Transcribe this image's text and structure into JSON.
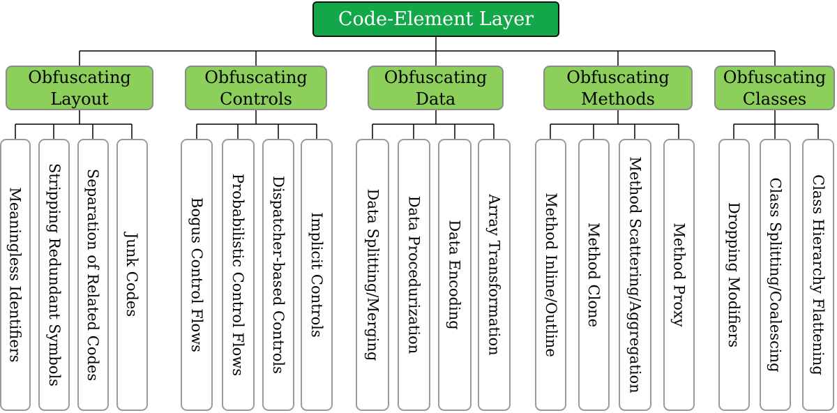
{
  "root": {
    "label": "Code-Element Layer"
  },
  "categories": [
    {
      "label_line1": "Obfuscating",
      "label_line2": "Layout",
      "children": [
        "Meaningless Identifiers",
        "Stripping Redundant Symbols",
        "Separation of Related Codes",
        "Junk Codes"
      ]
    },
    {
      "label_line1": "Obfuscating",
      "label_line2": "Controls",
      "children": [
        "Bogus Control Flows",
        "Probabilistic Control Flows",
        "Dispatcher-based Controls",
        "Implicit Controls"
      ]
    },
    {
      "label_line1": "Obfuscating",
      "label_line2": "Data",
      "children": [
        "Data Splitting/Merging",
        "Data Procedurization",
        "Data Encoding",
        "Array Transformation"
      ]
    },
    {
      "label_line1": "Obfuscating",
      "label_line2": "Methods",
      "children": [
        "Method Inline/Outline",
        "Method Clone",
        "Method Scattering/Aggregation",
        "Method Proxy"
      ]
    },
    {
      "label_line1": "Obfuscating",
      "label_line2": "Classes",
      "children": [
        "Dropping Modifiers",
        "Class Splitting/Coalescing",
        "Class Hierarchy Flattening"
      ]
    }
  ],
  "colors": {
    "root_fill": "#12a84a",
    "category_fill": "#8ccf5a",
    "leaf_fill": "#ffffff",
    "connector": "#000000"
  }
}
